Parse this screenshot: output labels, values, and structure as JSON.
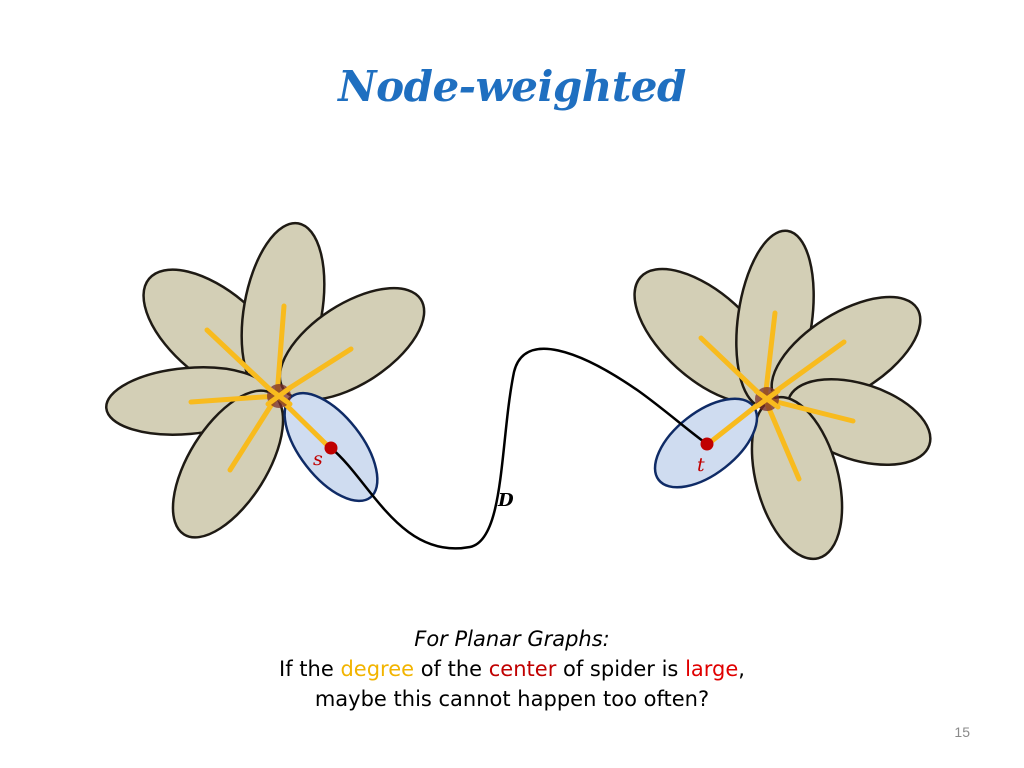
{
  "slide": {
    "title": "Node-weighted",
    "page_number": "15"
  },
  "diagram": {
    "labels": {
      "s": "s",
      "t": "t",
      "path": "D"
    },
    "colors": {
      "petal_fill": "#d3cfb6",
      "petal_stroke": "#1e1a14",
      "terminal_petal_fill": "#cfdcf0",
      "terminal_petal_stroke": "#0f2b66",
      "spoke": "#f8bb1e",
      "center": "#7a2f2a",
      "terminal_dot": "#c00000",
      "path": "#000000"
    }
  },
  "caption": {
    "line1": "For Planar Graphs:",
    "line2_a": "If the ",
    "line2_degree": "degree",
    "line2_b": " of the ",
    "line2_center": "center",
    "line2_c": " of spider is ",
    "line2_large": "large",
    "line2_d": ",",
    "line3": "maybe this cannot happen too often?",
    "colors": {
      "degree": "#f2b400",
      "center": "#c00000",
      "large": "#e00000"
    }
  }
}
